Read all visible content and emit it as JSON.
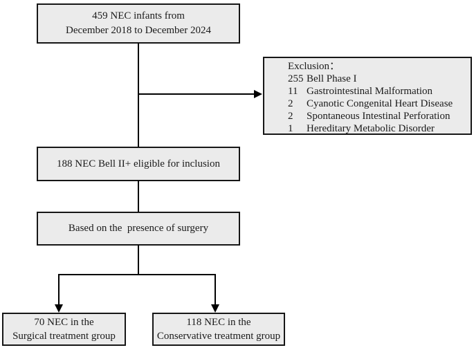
{
  "boxes": {
    "enrollment": {
      "line1": "459 NEC infants from",
      "line2": "December 2018 to December 2024"
    },
    "exclusion": {
      "header": "Exclusion：",
      "rows": [
        {
          "num": "255",
          "label": "Bell Phase I"
        },
        {
          "num": "11",
          "label": "Gastrointestinal Malformation"
        },
        {
          "num": "2",
          "label": "Cyanotic Congenital Heart Disease"
        },
        {
          "num": "2",
          "label": "Spontaneous Intestinal Perforation"
        },
        {
          "num": "1",
          "label": "Hereditary Metabolic Disorder"
        }
      ]
    },
    "eligible": {
      "line1": "188 NEC Bell II+ eligible for inclusion"
    },
    "surgery_split": {
      "line1": "Based on the  presence of surgery"
    },
    "surgical_group": {
      "line1": "70 NEC in the",
      "line2": "Surgical treatment group"
    },
    "conservative_group": {
      "line1": "118 NEC in the",
      "line2": "Conservative treatment group"
    }
  },
  "colors": {
    "box_fill": "#ebebeb",
    "box_border": "#161616",
    "line": "#000000",
    "text": "#1a1a1a",
    "background": "#ffffff"
  }
}
